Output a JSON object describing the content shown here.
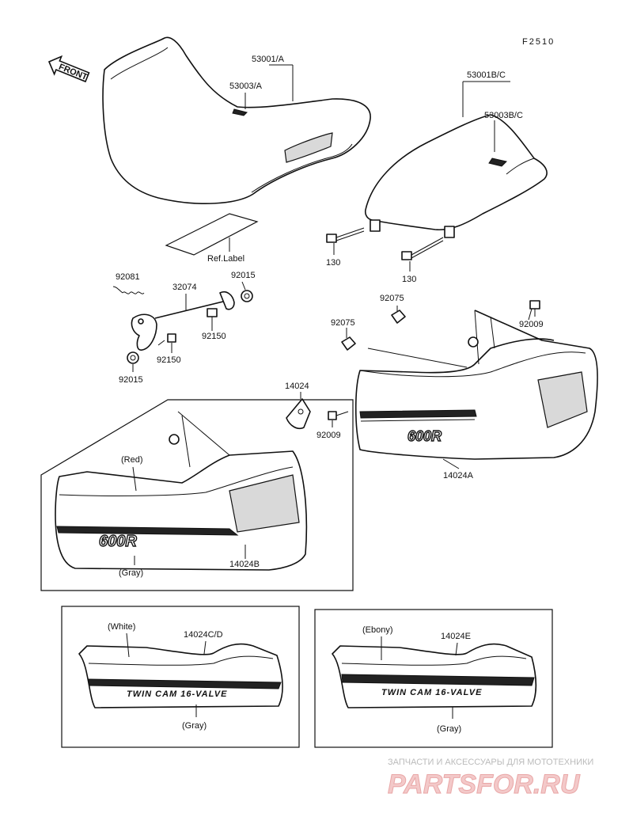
{
  "diagram": {
    "code": "F2510",
    "front_badge": "FRONT",
    "labels": {
      "seat_a": "53001/A",
      "cover_a": "53003/A",
      "seat_bc": "53001B/C",
      "cover_bc": "53003B/C",
      "ref_label": "Ref.Label",
      "bolt_130_left": "130",
      "bolt_130_right": "130",
      "spring": "92081",
      "lock_rod": "32074",
      "nut_top": "92015",
      "nut_bottom": "92015",
      "bolt_92150_top": "92150",
      "bolt_92150_bottom": "92150",
      "nut_92075_top": "92075",
      "nut_92075_left": "92075",
      "bolt_92009_top": "92009",
      "bolt_92009_bottom": "92009",
      "bracket_14024": "14024",
      "cover_14024a": "14024A",
      "cover_14024b": "14024B",
      "red": "(Red)",
      "gray_b": "(Gray)",
      "white": "(White)",
      "cover_14024cd": "14024C/D",
      "gray_cd": "(Gray)",
      "ebony": "(Ebony)",
      "cover_14024e": "14024E",
      "gray_e": "(Gray)"
    },
    "decals": {
      "badge_a": "600R",
      "badge_b": "600R",
      "twin_cam_cd": "TWIN CAM 16-VALVE",
      "twin_cam_e": "TWIN CAM 16-VALVE"
    }
  },
  "watermark": {
    "tagline": "ЗАПЧАСТИ И АКСЕССУАРЫ ДЛЯ МОТОТЕХНИКИ",
    "logo": "PARTSFOR.RU"
  }
}
